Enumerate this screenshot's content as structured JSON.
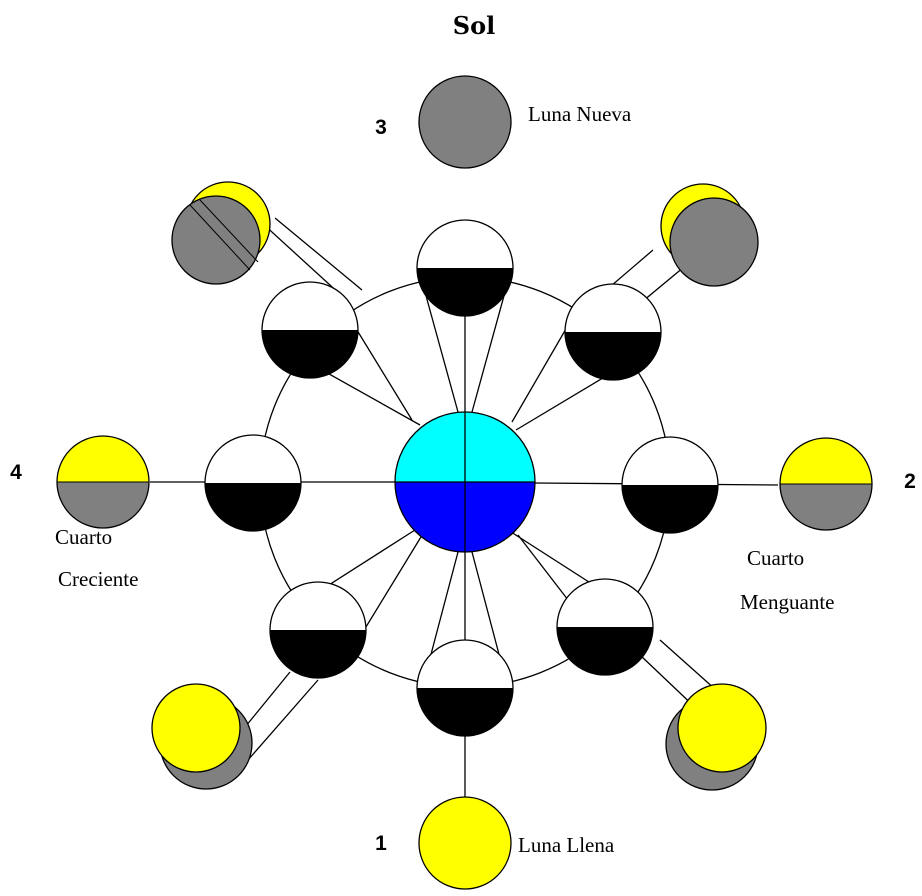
{
  "title": "Sol",
  "colors": {
    "sunlit": "#ffff00",
    "moon_shadow": "#808080",
    "moon_lit_from_earth": "#ffffff",
    "moon_dark_from_earth": "#000000",
    "earth_day": "#00ffff",
    "earth_night": "#0000ff",
    "lines": "#000000"
  },
  "phases": [
    {
      "number": "1",
      "name": "Luna Llena"
    },
    {
      "number": "2",
      "name_lines": [
        "Cuarto",
        "Menguante"
      ]
    },
    {
      "number": "3",
      "name": "Luna Nueva"
    },
    {
      "number": "4",
      "name_lines": [
        "Cuarto",
        "Creciente"
      ]
    }
  ]
}
